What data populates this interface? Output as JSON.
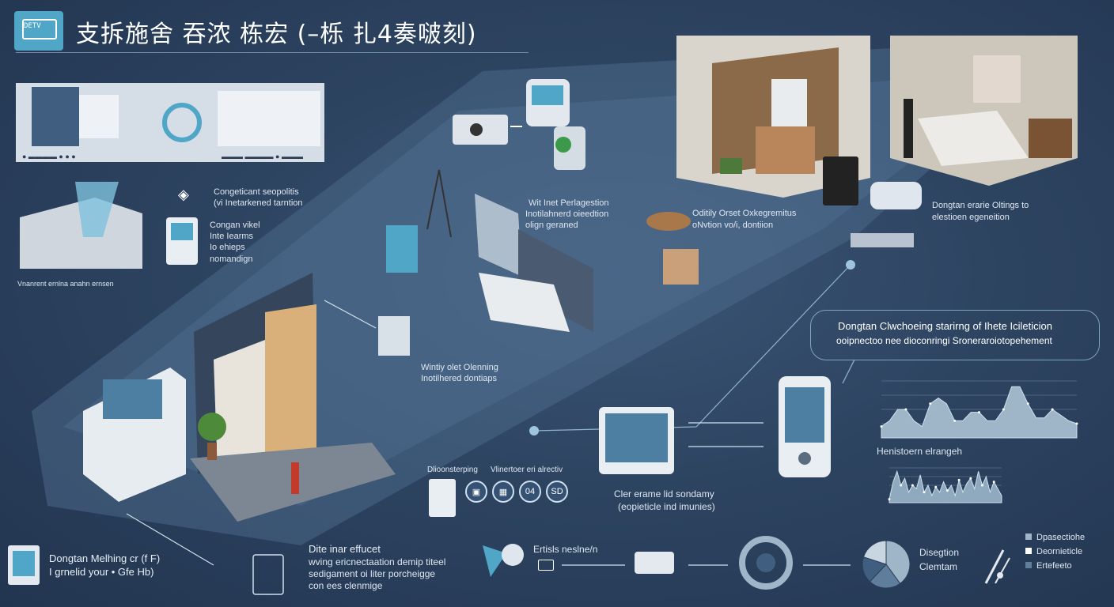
{
  "header": {
    "logo_text": "DETV",
    "title": "支拆施舍 吞浓 栋宏 (–栎 扎4奏啵刻)"
  },
  "top_left_panel": {
    "footer_labels": [
      "●  ▬▬▬▬  ●  ●  ●",
      "▬▬▬  ▬▬▬▬  ●  ▬▬▬"
    ]
  },
  "left_labels": {
    "label_a_line1": "Congeticant seopolitis",
    "label_a_line2": "(vi Inetarkened tarntion",
    "label_b_line1": "Congan vikel",
    "label_b_line2": "Inte Iearms",
    "label_b_line3": "Io ehieps",
    "label_b_line4": "nomandign",
    "floor_caption": "Vnanrent ernlna anahn ernsen"
  },
  "center_labels": {
    "c1_line1": "Wit Inet Perlagestion",
    "c1_line2": "Inotilahnerd oieedtion",
    "c1_line3": "olign geraned",
    "c2_line1": "Wintiy olet Olenning",
    "c2_line2": "Inotilhered dontiaps",
    "c3_line1": "Oditily Orset Oxkegremitus",
    "c3_line2": "oNvtion vo/i, dontiion",
    "c4_line1": "Dongtan erarie Oltings to",
    "c4_line2": "elestioen egeneition"
  },
  "callout": {
    "line1": "Dongtan Clwchoeing starirng of Ihete Icileticion",
    "line2": "ooipnectoo nee dioconringi Sroneraroiotopehement"
  },
  "middle_row": {
    "tag1": "Dlioonsterping",
    "tag2": "Vlinertoer eri alrectiv",
    "icon_badge_1": "04",
    "icon_badge_2": "SD",
    "lower_caption_1": "Cler erame lid sondamy",
    "lower_caption_2": "(eopieticle ind imunies)",
    "chart1_caption": "Henistoern elrangeh"
  },
  "bottom_row": {
    "b1_line1": "Dongtan Melhing cr (f F)",
    "b1_line2": "I grnelid your • Gfe Hb)",
    "b2_line1": "Dite inar effucet",
    "b2_line2": "wving ericnectaation demip titeel",
    "b2_line3": "sedigament oi liter  porcheigge",
    "b2_line4": "con ees clenmige",
    "b3_line1": "Ertisls neslne/n",
    "b4_line1": "Disegtion",
    "b4_line2": "Clemtam",
    "legend": [
      "Dpasectiohe",
      "Deornieticle",
      "Ertefeeto"
    ]
  },
  "colors": {
    "accent": "#4fa6c6",
    "chart_fill": "#9fb6c9",
    "bg": "#2b3f58"
  },
  "chart_data": [
    {
      "type": "area",
      "caption": "Henistoern elrangeh",
      "x": [
        0,
        1,
        2,
        3,
        4,
        5,
        6,
        7,
        8,
        9,
        10,
        11,
        12,
        13,
        14,
        15,
        16,
        17,
        18,
        19,
        20,
        21,
        22,
        23,
        24
      ],
      "values": [
        0.2,
        0.3,
        0.5,
        0.5,
        0.3,
        0.2,
        0.6,
        0.7,
        0.6,
        0.3,
        0.3,
        0.45,
        0.45,
        0.3,
        0.3,
        0.5,
        0.9,
        0.9,
        0.6,
        0.35,
        0.35,
        0.5,
        0.4,
        0.3,
        0.25
      ],
      "ylim": [
        0,
        1
      ],
      "grid": true
    },
    {
      "type": "area",
      "x": [
        0,
        1,
        2,
        3,
        4,
        5,
        6,
        7,
        8,
        9,
        10,
        11,
        12,
        13,
        14,
        15,
        16,
        17,
        18,
        19,
        20,
        21,
        22,
        23,
        24,
        25,
        26,
        27,
        28,
        29
      ],
      "values": [
        0.1,
        0.6,
        0.9,
        0.5,
        0.7,
        0.3,
        0.5,
        0.4,
        0.8,
        0.3,
        0.5,
        0.2,
        0.45,
        0.3,
        0.6,
        0.35,
        0.5,
        0.2,
        0.65,
        0.3,
        0.55,
        0.7,
        0.4,
        0.9,
        0.5,
        0.75,
        0.3,
        0.6,
        0.4,
        0.2
      ],
      "ylim": [
        0,
        1
      ],
      "grid": true
    },
    {
      "type": "pie",
      "values": [
        40,
        22,
        18,
        20
      ],
      "colors": [
        "#9fb6c9",
        "#5f7e9c",
        "#3f5e80",
        "#c8d6e2"
      ]
    }
  ]
}
